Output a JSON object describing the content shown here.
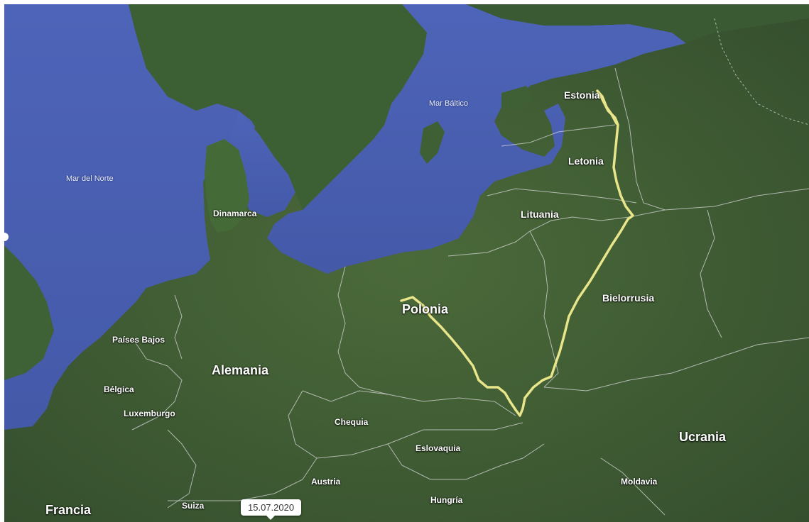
{
  "map": {
    "labels": {
      "mar_del_norte": "Mar del Norte",
      "mar_baltico": "Mar Báltico",
      "estonia": "Estonia",
      "letonia": "Letonia",
      "lituania": "Lituania",
      "dinamarca": "Dinamarca",
      "polonia": "Polonia",
      "bielorrusia": "Bielorrusia",
      "paises_bajos": "Países Bajos",
      "alemania": "Alemania",
      "belgica": "Bélgica",
      "luxemburgo": "Luxemburgo",
      "chequia": "Chequia",
      "eslovaquia": "Eslovaquia",
      "ucrania": "Ucrania",
      "austria": "Austria",
      "moldavia": "Moldavia",
      "hungria": "Hungría",
      "suiza": "Suiza",
      "francia": "Francia"
    },
    "date_marker": "15.07.2020",
    "colors": {
      "sea": "#4a61b3",
      "land": "#3f5e35",
      "route": "#e8e58a",
      "border": "#d8d8d8"
    }
  }
}
